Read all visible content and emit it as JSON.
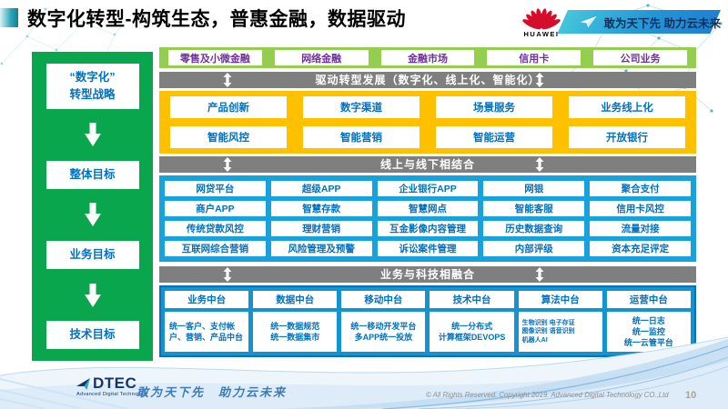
{
  "header": {
    "title": "数字化转型-构筑生态，普惠金融，数据驱动",
    "huawei_label": "HUAWEI",
    "banner_slogan": "敢为天下先 助力云未来"
  },
  "sidebar": {
    "items": [
      "“数字化”\n转型战略",
      "整体目标",
      "业务目标",
      "技术目标"
    ]
  },
  "main": {
    "business_lines": [
      "零售及小微金融",
      "网络金融",
      "金融市场",
      "信用卡",
      "公司业务"
    ],
    "bars": {
      "drive": "驱动转型发展（数字化、线上化、智能化）",
      "online_offline": "线上与线下相结合",
      "tech_fusion": "业务与科技相融合"
    },
    "capabilities": [
      [
        "产品创新",
        "数字渠道",
        "场景服务",
        "业务线上化"
      ],
      [
        "智能风控",
        "智能营销",
        "智能运营",
        "开放银行"
      ]
    ],
    "platforms": [
      [
        "网贷平台",
        "超级APP",
        "企业银行APP",
        "网银",
        "聚合支付"
      ],
      [
        "商户APP",
        "智慧存款",
        "智慧网点",
        "智能客服",
        "信用卡风控"
      ],
      [
        "传统贷款风控",
        "理财营销",
        "互金影像内容管理",
        "历史数据查询",
        "流量对接"
      ],
      [
        "互联网综合营销",
        "风险管理及预警",
        "诉讼案件管理",
        "内部评级",
        "资本充足评定"
      ]
    ],
    "middle_platforms": {
      "headers": [
        "业务中台",
        "数据中台",
        "移动中台",
        "技术中台",
        "算法中台",
        "运营中台"
      ],
      "details": [
        "统一客户、支付帐户、营销、产品中台",
        "统一数据规范\n统一数据集市",
        "统一移动开发平台\n多APP统一投放",
        "统一分布式\n计算框架DEVOPS",
        "生物识别 电子存证\n图像识别 语音识别\n机器人AI",
        "统一日志\n统一监控\n统一云管平台"
      ]
    }
  },
  "footer": {
    "dtec_logo": "DTEC",
    "dtec_subtitle": "Advanced Digital Technology",
    "slogan": "敢为天下先　助力云未来",
    "copyright": "© All Rights Reserved. Copyright 2019. Advanced Digital Technology CO.,Ltd",
    "page_number": "10"
  },
  "colors": {
    "sidebar_green": "#0aa64e",
    "band_green": "#93ce4f",
    "bar_gray": "#7f7f7f",
    "block_yellow": "#ffc000",
    "block_blue": "#18a2dd",
    "block_blue_deep": "#1493d2",
    "text_blue": "#0070c0",
    "text_purple": "#7030a0",
    "huawei_red": "#cf0a2c",
    "banner_gradient_start": "#45c6db",
    "banner_gradient_end": "#1f7fd0"
  }
}
